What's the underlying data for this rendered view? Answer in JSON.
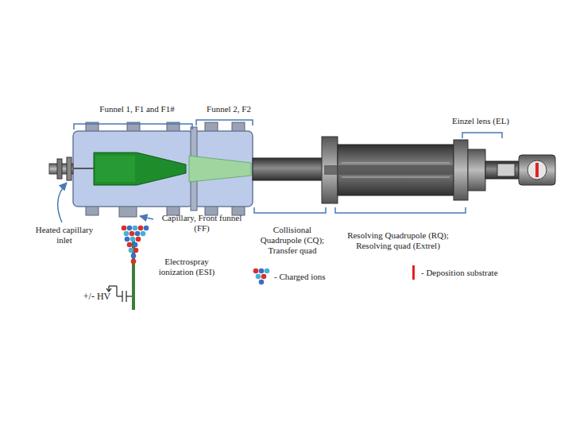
{
  "diagram": {
    "labels": [
      "Funnel 1, F1 and F1#",
      "Funnel 2, F2",
      "Einzel lens (EL)",
      "Heated capillary inlet",
      "Capillary, Front funnel (FF)",
      "Collisional Quadrupole (CQ); Transfer quad",
      "Resolving Quadrupole (RQ); Resolving quad (Extrel)",
      "Electrospray ionization (ESI)",
      "+/- HV"
    ],
    "legend": [
      {
        "text": "- Charged ions"
      },
      {
        "text": "- Deposition substrate",
        "color": "#e3231e"
      }
    ]
  }
}
